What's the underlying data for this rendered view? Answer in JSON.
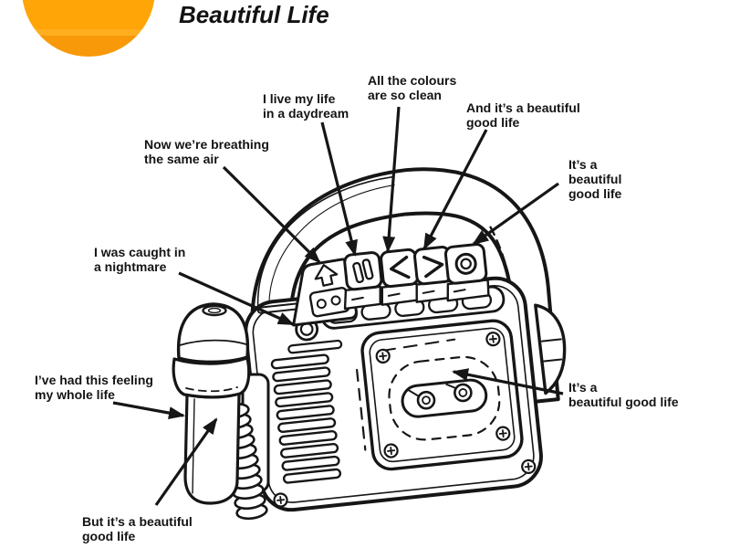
{
  "title": "Beautiful Life",
  "sun": {
    "colors": {
      "top": "#FFA507",
      "mid": "#FFAF1E",
      "bottom": "#F8990A"
    }
  },
  "ink": "#161616",
  "annotations": {
    "now_breathing": "Now we’re breathing\nthe same air",
    "live_daydream": "I live my life\nin a daydream",
    "colours_clean": "All the colours\nare so clean",
    "and_beautiful": "And it’s a beautiful\ngood life",
    "beautiful_record": "It’s a\nbeautiful\ngood life",
    "caught_nightmare": "I was caught in\na nightmare",
    "had_feeling": "I’ve had this feeling\nmy whole life",
    "but_beautiful": "But it’s a beautiful\ngood life",
    "beautiful_cassette": "It’s a\nbeautiful good life"
  },
  "device": {
    "button_icons": [
      "eject-icon",
      "pause-icon",
      "rewind-icon",
      "fast-forward-icon",
      "record-icon"
    ]
  }
}
